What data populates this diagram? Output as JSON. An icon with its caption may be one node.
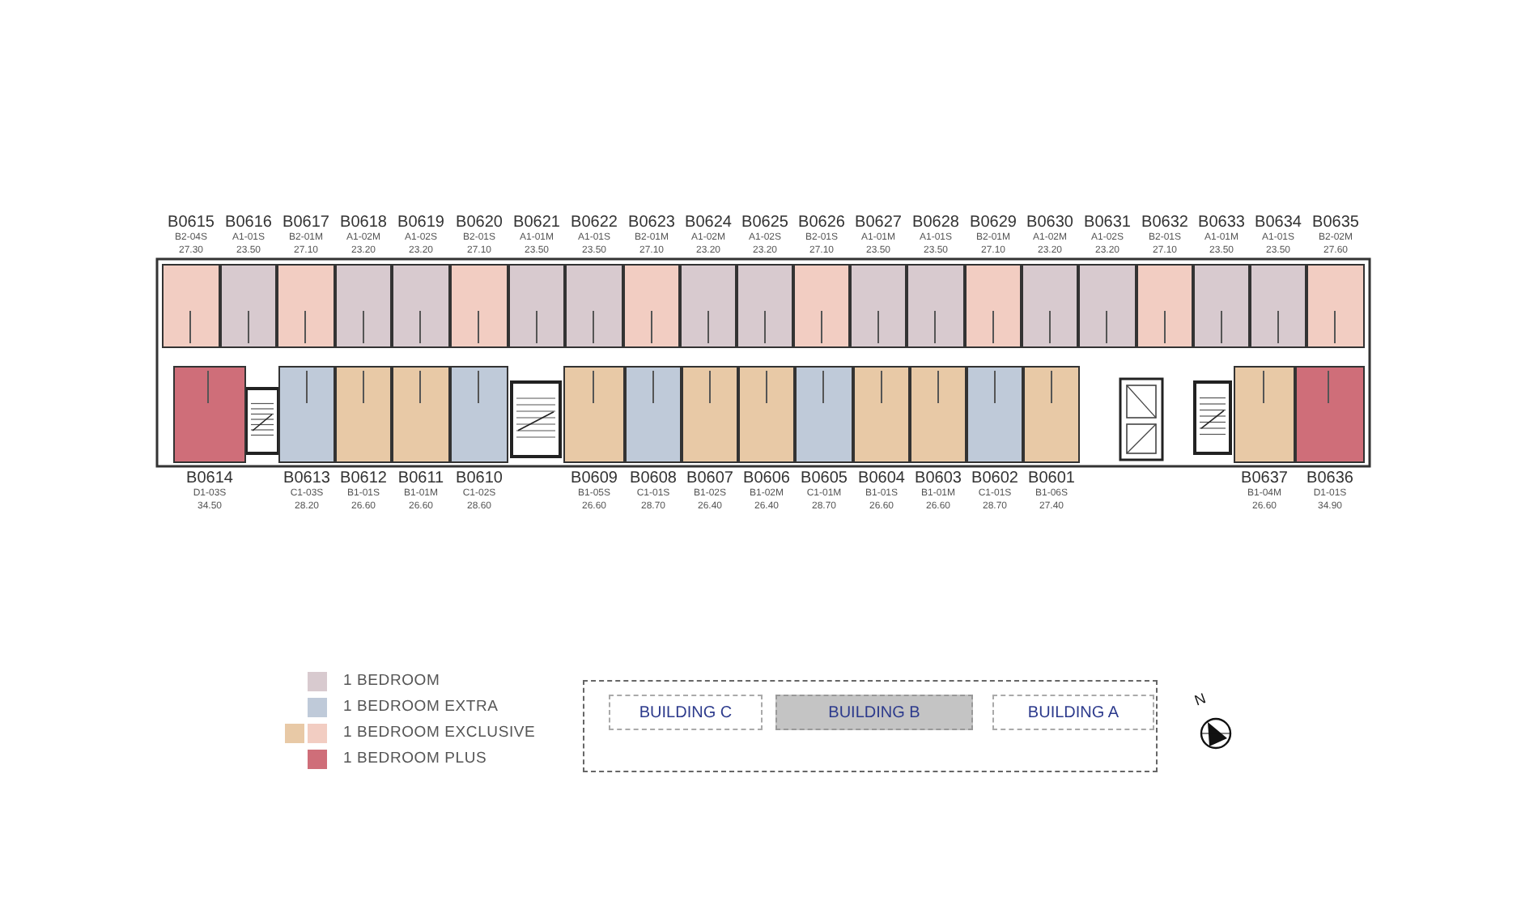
{
  "diagram": {
    "nodes": [
      {
        "text": [
          "B0615",
          "B2-04S",
          "27.30"
        ]
      },
      {
        "text": [
          "B0616",
          "A1-01S",
          "23.50"
        ]
      },
      {
        "text": [
          "B0617",
          "B2-01M",
          "27.10"
        ]
      },
      {
        "text": [
          "B0618",
          "A1-02M",
          "23.20"
        ]
      },
      {
        "text": [
          "B0619",
          "A1-02S",
          "23.20"
        ]
      },
      {
        "text": [
          "B0620",
          "B2-01S",
          "27.10"
        ]
      },
      {
        "text": [
          "B0621",
          "A1-01M",
          "23.50"
        ]
      },
      {
        "text": [
          "B0622",
          "A1-01S",
          "23.50"
        ]
      },
      {
        "text": [
          "B0623",
          "B2-01M",
          "27.10"
        ]
      },
      {
        "text": [
          "B0624",
          "A1-02M",
          "23.20"
        ]
      },
      {
        "text": [
          "B0625",
          "A1-02S",
          "23.20"
        ]
      },
      {
        "text": [
          "B0626",
          "B2-01S",
          "27.10"
        ]
      },
      {
        "text": [
          "B0627",
          "A1-01M",
          "23.50"
        ]
      },
      {
        "text": [
          "B0628",
          "A1-01S",
          "23.50"
        ]
      },
      {
        "text": [
          "B0629",
          "B2-01M",
          "27.10"
        ]
      },
      {
        "text": [
          "B0630",
          "A1-02M",
          "23.20"
        ]
      },
      {
        "text": [
          "B0631",
          "A1-02S",
          "23.20"
        ]
      },
      {
        "text": [
          "B0632",
          "B2-01S",
          "27.10"
        ]
      },
      {
        "text": [
          "B0633",
          "A1-01M",
          "23.50"
        ]
      },
      {
        "text": [
          "B0634",
          "A1-01S",
          "23.50"
        ]
      },
      {
        "text": [
          "B0635",
          "B2-02M",
          "27.60"
        ]
      },
      {
        "text": [
          "B0614",
          "D1-03S",
          "34.50"
        ]
      },
      {
        "text": [
          "B0613",
          "C1-03S",
          "28.20"
        ]
      },
      {
        "text": [
          "B0612",
          "B1-01S",
          "26.60"
        ]
      },
      {
        "text": [
          "B0611",
          "B1-01M",
          "26.60"
        ]
      },
      {
        "text": [
          "B0610",
          "C1-02S",
          "28.60"
        ]
      },
      {
        "text": [
          "B0609",
          "B1-05S",
          "26.60"
        ]
      },
      {
        "text": [
          "B0608",
          "C1-01S",
          "28.70"
        ]
      },
      {
        "text": [
          "B0607",
          "B1-02S",
          "26.40"
        ]
      },
      {
        "text": [
          "B0606",
          "B1-02M",
          "26.40"
        ]
      },
      {
        "text": [
          "B0605",
          "C1-01M",
          "28.70"
        ]
      },
      {
        "text": [
          "B0604",
          "B1-01S",
          "26.60"
        ]
      },
      {
        "text": [
          "B0603",
          "B1-01M",
          "26.60"
        ]
      },
      {
        "text": [
          "B0602",
          "C1-01S",
          "28.70"
        ]
      },
      {
        "text": [
          "B0601",
          "B1-06S",
          "27.40"
        ]
      },
      {
        "text": [
          "B0637",
          "B1-04M",
          "26.60"
        ]
      },
      {
        "text": [
          "B0636",
          "D1-01S",
          "34.90"
        ]
      },
      {
        "text": [],
        "shape": "box"
      },
      {
        "text": [
          "BUILDING C"
        ],
        "in": 37
      },
      {
        "text": [
          "BUILDING B"
        ],
        "in": 37
      },
      {
        "text": [
          "BUILDING A"
        ],
        "in": 37
      }
    ],
    "labels": [
      "N"
    ],
    "legend": [
      {
        "text": "1 BEDROOM",
        "color": "#d8cacf"
      },
      {
        "text": "1 BEDROOM EXTRA",
        "color": "#bfcad9"
      },
      {
        "text": "1 BEDROOM EXCLUSIVE",
        "color": "#f2cdc2"
      },
      {
        "text": "1 BEDROOM PLUS",
        "color": "#cf6e79"
      }
    ]
  }
}
